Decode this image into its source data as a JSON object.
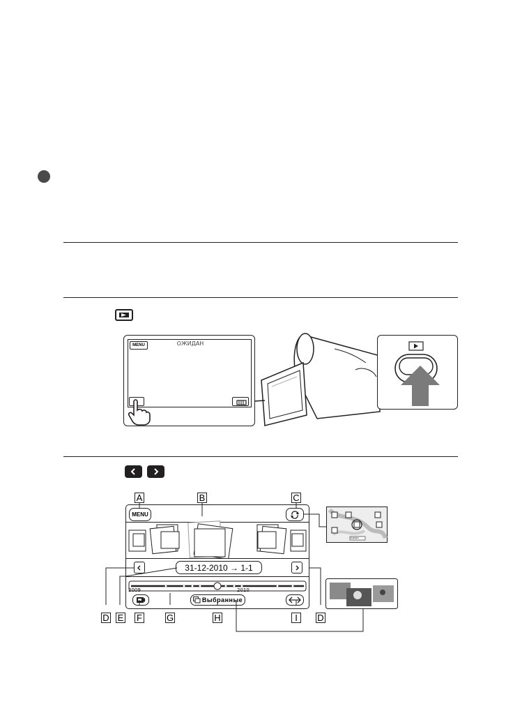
{
  "screen1": {
    "status_text": "ОЖИДАН",
    "menu_label": "MENU"
  },
  "screen2": {
    "menu_label": "MENU",
    "date_label": "31-12-2010 → 1-1",
    "year_start": "2009",
    "year_end": "2010",
    "highlight_label": "Выбранные",
    "mini_label": "Highlight"
  },
  "callouts": [
    "A",
    "B",
    "C",
    "D",
    "E",
    "F",
    "G",
    "H",
    "I",
    "D"
  ]
}
